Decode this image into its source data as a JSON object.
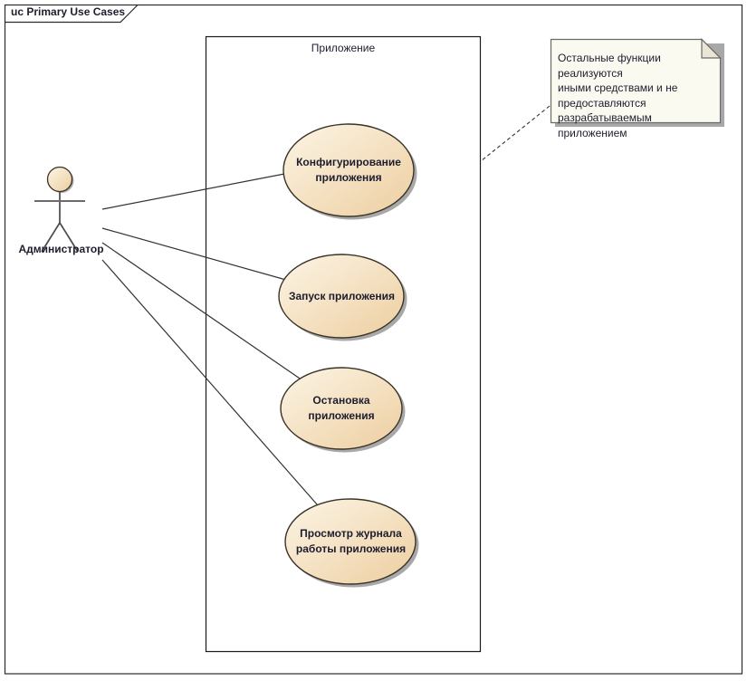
{
  "frame": {
    "label": "uc Primary Use Cases"
  },
  "system_boundary": {
    "label": "Приложение"
  },
  "actor": {
    "label": "Администратор"
  },
  "use_cases": [
    {
      "label": "Конфигурирование приложения"
    },
    {
      "label": "Запуск приложения"
    },
    {
      "label": "Остановка приложения"
    },
    {
      "label": "Просмотр журнала работы приложения"
    }
  ],
  "note": {
    "text": "Остальные функции реализуются\nиными средствами и не\nпредоставляются\nразрабатываемым приложением"
  },
  "colors": {
    "fill_light": "#FCF5E6",
    "fill_dark": "#EDCEA0",
    "ellipse_border": "#3a3226",
    "shadow": "#a8a8a8",
    "note_fill": "#FBFAF0",
    "note_fold": "#e9e6d4",
    "note_border": "#6a6a6a",
    "text": "#1d1d2e",
    "connector": "#333333",
    "boundary_border": "#1a1a1a",
    "frame_border": "#2b2b2b"
  }
}
